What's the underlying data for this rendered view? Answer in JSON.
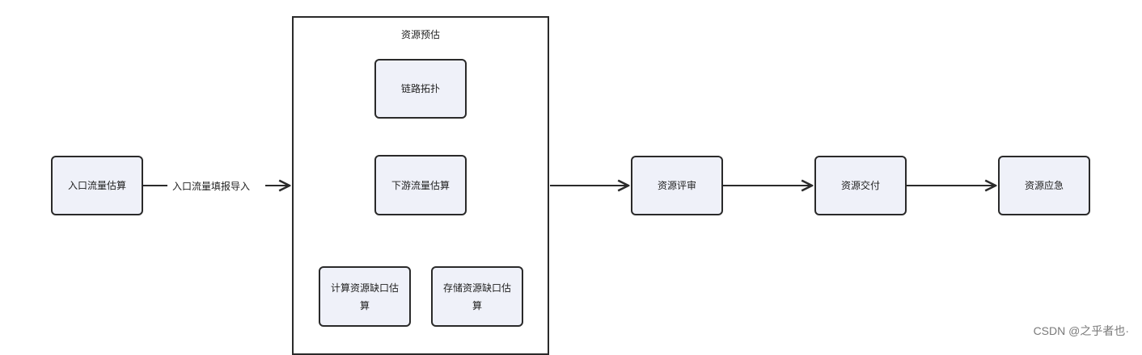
{
  "nodes": {
    "entry_estimate": "入口流量估算",
    "link_topology": "链路拓扑",
    "downstream_estimate": "下游流量估算",
    "compute_gap": "计算资源缺口估算",
    "storage_gap": "存储资源缺口估算",
    "review": "资源评审",
    "delivery": "资源交付",
    "emergency": "资源应急"
  },
  "group": {
    "title": "资源预估"
  },
  "edges": {
    "import_label": "入口流量填报导入"
  },
  "watermark": "CSDN @之乎者也·"
}
